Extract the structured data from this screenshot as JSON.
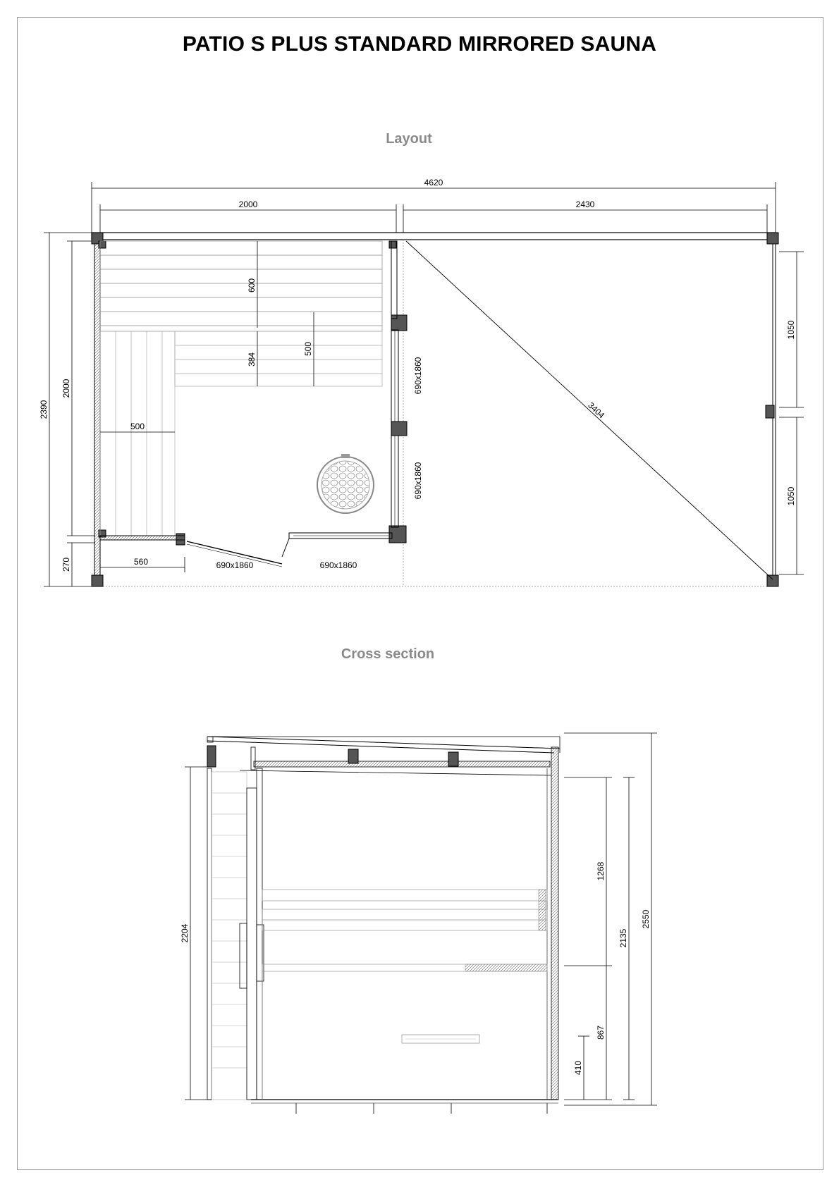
{
  "title": "PATIO S PLUS STANDARD MIRRORED SAUNA",
  "layout": {
    "heading": "Layout",
    "dims": {
      "total_width": "4620",
      "left_width": "2000",
      "right_width": "2430",
      "total_height": "2390",
      "inner_height": "2000",
      "porch_depth": "270",
      "bench_upper": "600",
      "bench_gap": "384",
      "bench_depth": "500",
      "bench_side": "500",
      "entry_width": "560",
      "window_a": "690x1860",
      "window_b": "690x1860",
      "door": "690x1860",
      "window_c": "690x1860",
      "diagonal": "3404",
      "side_upper": "1050",
      "side_lower": "1050"
    }
  },
  "cross_section": {
    "heading": "Cross section",
    "dims": {
      "interior_height": "2204",
      "upper_bench": "1268",
      "bench_to_floor": "2135",
      "overall_height": "2550",
      "lower_bench": "867",
      "step": "410"
    }
  }
}
